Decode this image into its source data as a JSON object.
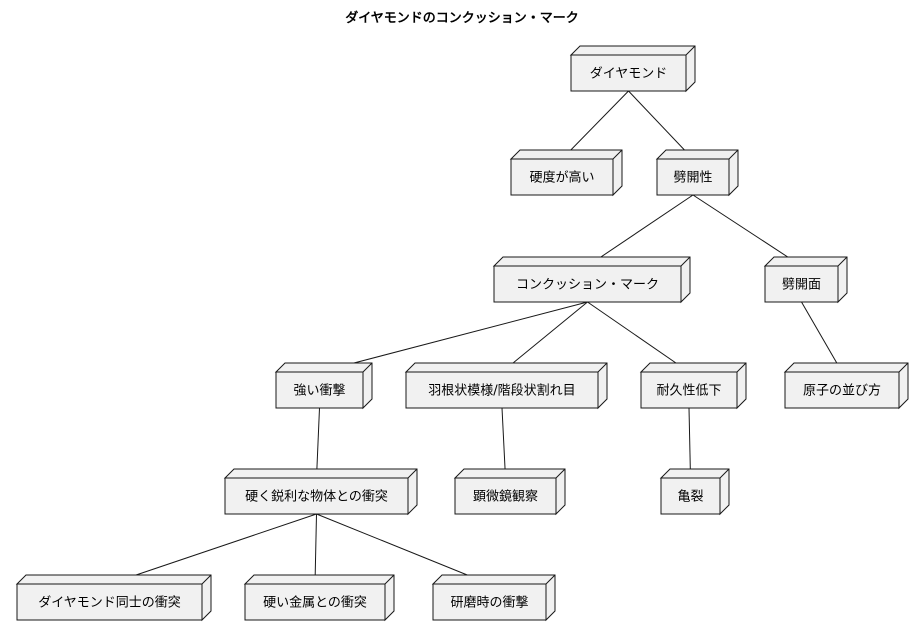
{
  "title": "ダイヤモンドのコンクッション・マーク",
  "nodes": [
    {
      "id": "n1",
      "label": "ダイヤモンド"
    },
    {
      "id": "n2",
      "label": "硬度が高い"
    },
    {
      "id": "n3",
      "label": "劈開性"
    },
    {
      "id": "n4",
      "label": "コンクッション・マーク"
    },
    {
      "id": "n5",
      "label": "劈開面"
    },
    {
      "id": "n6",
      "label": "強い衝撃"
    },
    {
      "id": "n7",
      "label": "羽根状模様/階段状割れ目"
    },
    {
      "id": "n8",
      "label": "耐久性低下"
    },
    {
      "id": "n9",
      "label": "原子の並び方"
    },
    {
      "id": "n10",
      "label": "硬く鋭利な物体との衝突"
    },
    {
      "id": "n11",
      "label": "顕微鏡観察"
    },
    {
      "id": "n12",
      "label": "亀裂"
    },
    {
      "id": "n13",
      "label": "ダイヤモンド同士の衝突"
    },
    {
      "id": "n14",
      "label": "硬い金属との衝突"
    },
    {
      "id": "n15",
      "label": "研磨時の衝撃"
    }
  ],
  "edges": [
    [
      "n1",
      "n2"
    ],
    [
      "n1",
      "n3"
    ],
    [
      "n3",
      "n4"
    ],
    [
      "n3",
      "n5"
    ],
    [
      "n4",
      "n6"
    ],
    [
      "n4",
      "n7"
    ],
    [
      "n4",
      "n8"
    ],
    [
      "n5",
      "n9"
    ],
    [
      "n6",
      "n10"
    ],
    [
      "n7",
      "n11"
    ],
    [
      "n8",
      "n12"
    ],
    [
      "n10",
      "n13"
    ],
    [
      "n10",
      "n14"
    ],
    [
      "n10",
      "n15"
    ]
  ]
}
